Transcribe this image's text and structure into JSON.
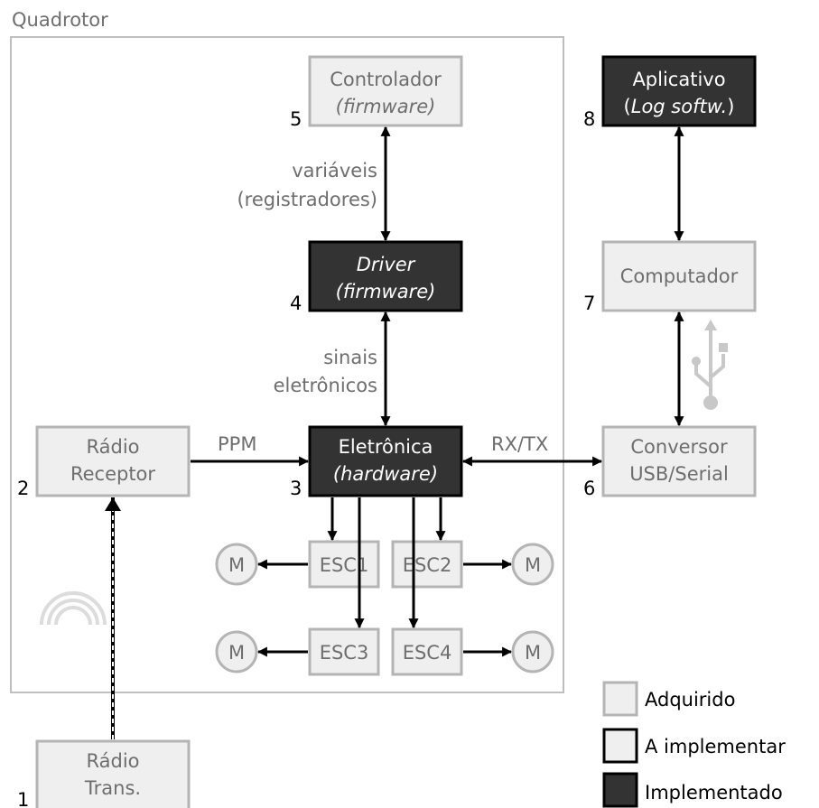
{
  "container": {
    "title": "Quadrotor"
  },
  "blocks": {
    "controller": {
      "line1": "Controlador",
      "line2": "(firmware)",
      "number": "5"
    },
    "driver": {
      "line1": "Driver",
      "line2": "(firmware)",
      "number": "4"
    },
    "electronics": {
      "line1": "Eletrônica",
      "line2": "(hardware)",
      "number": "3"
    },
    "radio_receiver": {
      "line1": "Rádio",
      "line2": "Receptor",
      "number": "2"
    },
    "radio_transmitter": {
      "line1": "Rádio",
      "line2": "Trans.",
      "number": "1"
    },
    "application": {
      "line1": "Aplicativo",
      "line2_pre": "(",
      "line2_italic": "Log softw.",
      "line2_post": ")",
      "number": "8"
    },
    "computer": {
      "line1": "Computador",
      "number": "7"
    },
    "converter": {
      "line1": "Conversor",
      "line2": "USB/Serial",
      "number": "6"
    },
    "esc1": {
      "label": "ESC1"
    },
    "esc2": {
      "label": "ESC2"
    },
    "esc3": {
      "label": "ESC3"
    },
    "esc4": {
      "label": "ESC4"
    },
    "motor": {
      "label": "M"
    }
  },
  "edges": {
    "variables": {
      "line1": "variáveis",
      "line2": "(registradores)"
    },
    "signals": {
      "line1": "sinais",
      "line2": "eletrônicos"
    },
    "ppm": "PPM",
    "rxtx": "RX/TX"
  },
  "legend": {
    "acquired": "Adquirido",
    "to_implement": "A implementar",
    "implemented": "Implementado"
  },
  "colors": {
    "light_fill": "#efefef",
    "light_stroke": "#b4b4b4",
    "dark_fill": "#333333",
    "black": "#000000",
    "gray_text": "#6e6e6e",
    "container_stroke": "#bfbfbf"
  },
  "icons": [
    "usb-icon",
    "wireless-signal-icon"
  ]
}
